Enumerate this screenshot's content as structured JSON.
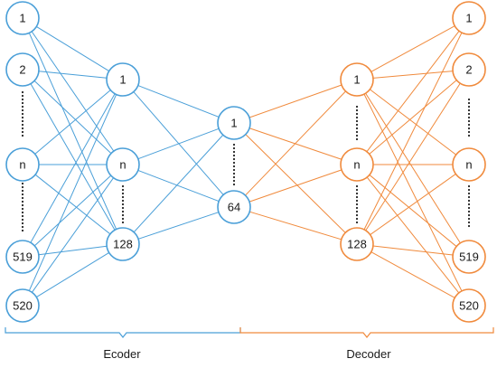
{
  "diagram": {
    "colors": {
      "encoder": "#4a9fd8",
      "decoder": "#f08a3c",
      "text": "#1a1a1a"
    },
    "layers": [
      {
        "name": "input",
        "color": "encoder",
        "labels": [
          "1",
          "2",
          "n",
          "519",
          "520"
        ],
        "has_dots": true
      },
      {
        "name": "encoder-hidden",
        "color": "encoder",
        "labels": [
          "1",
          "n",
          "128"
        ],
        "has_dots": true
      },
      {
        "name": "latent",
        "color": "encoder",
        "labels": [
          "1",
          "64"
        ],
        "has_dots": true
      },
      {
        "name": "decoder-hidden",
        "color": "decoder",
        "labels": [
          "1",
          "n",
          "128"
        ],
        "has_dots": true
      },
      {
        "name": "output",
        "color": "decoder",
        "labels": [
          "1",
          "2",
          "n",
          "519",
          "520"
        ],
        "has_dots": true
      }
    ],
    "sections": {
      "encoder_label": "Ecoder",
      "decoder_label": "Decoder"
    }
  }
}
